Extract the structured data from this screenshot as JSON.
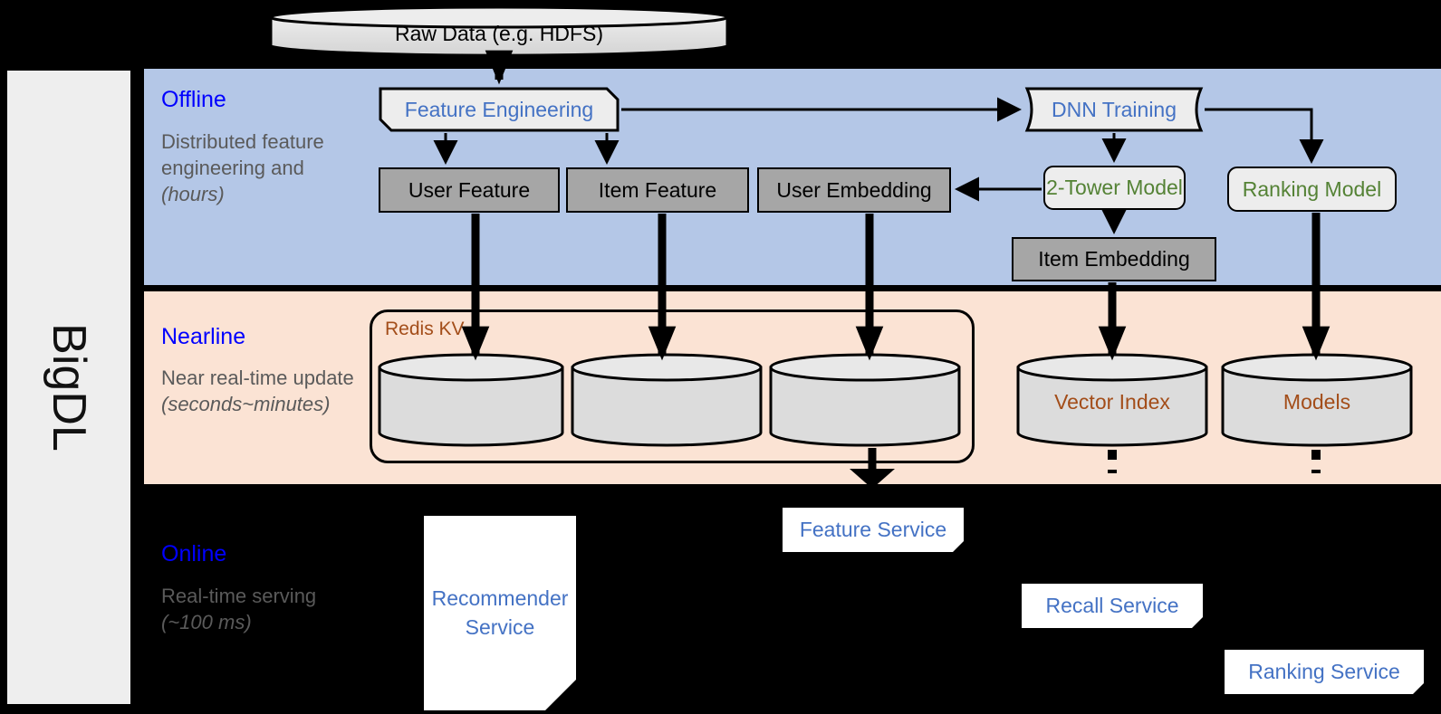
{
  "rail": {
    "label": "BigDL"
  },
  "top": {
    "raw_data": "Raw Data (e.g. HDFS)"
  },
  "bands": [
    {
      "id": "offline",
      "title": "Offline",
      "description": "Distributed feature engineering and ",
      "description_italic": "(hours)",
      "bg": "#b4c7e7",
      "title_color": "#0000ff",
      "desc_color": "#5a5a5a"
    },
    {
      "id": "nearline",
      "title": "Nearline",
      "description": "Near real-time update ",
      "description_italic": "(seconds~minutes)",
      "bg": "#fbe3d4",
      "title_color": "#0000ff",
      "desc_color": "#5a5a5a"
    },
    {
      "id": "online",
      "title": "Online",
      "description": "Real-time serving ",
      "description_italic": "(~100 ms)",
      "bg": "#000000",
      "title_color": "#0000ff",
      "desc_color": "#5a5a5a"
    }
  ],
  "offline": {
    "feature_engineering": "Feature Engineering",
    "dnn_training": "DNN Training",
    "user_feature": "User Feature",
    "item_feature": "Item Feature",
    "user_embedding": "User Embedding",
    "two_tower_model": "2-Tower Model",
    "ranking_model": "Ranking Model",
    "item_embedding": "Item Embedding"
  },
  "nearline": {
    "redis_kv": "Redis KV",
    "store_1": "",
    "store_2": "",
    "store_3": "",
    "vector_index": "Vector Index",
    "models": "Models"
  },
  "online": {
    "recommender_service": "Recommender Service",
    "feature_service": "Feature Service",
    "recall_service": "Recall Service",
    "ranking_service": "Ranking Service"
  },
  "colors": {
    "offline_bg": "#b4c7e7",
    "nearline_bg": "#fbe3d4",
    "online_bg": "#000000",
    "gray_box": "#a6a6a6",
    "proc_box": "#ededed",
    "blue_text": "#4472c4",
    "green_text": "#548235",
    "brown_text": "#a34d19",
    "label_blue": "#0000ff",
    "desc_gray": "#5a5a5a",
    "rail_bg": "#eeeeee"
  }
}
